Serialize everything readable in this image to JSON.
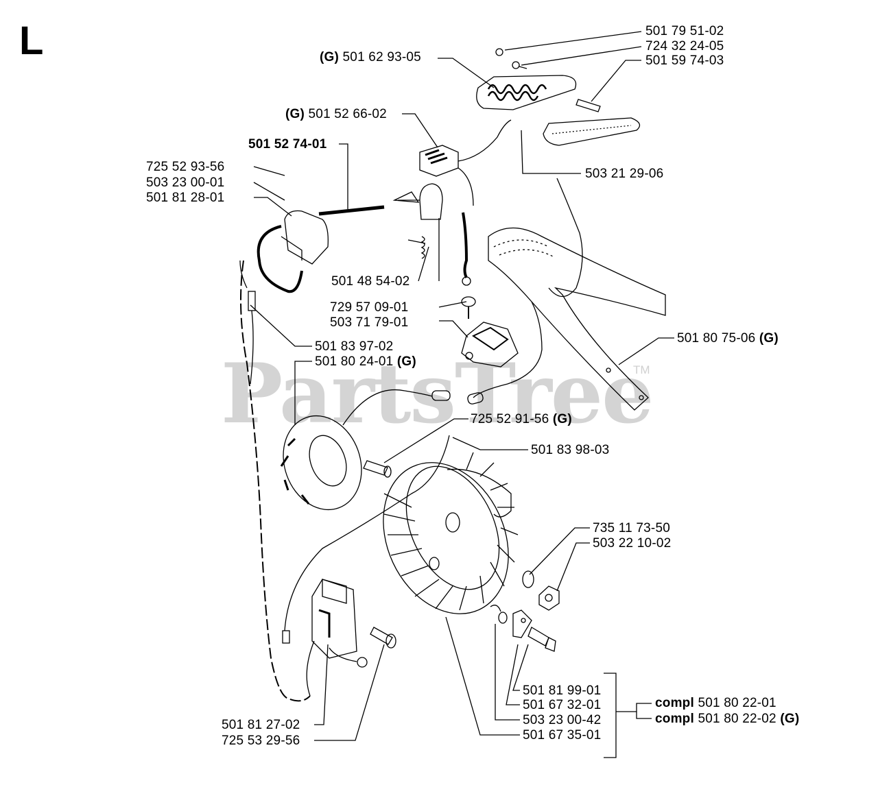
{
  "section_letter": "L",
  "watermark": {
    "text": "PartsTree",
    "trademark": "TM"
  },
  "callouts": [
    {
      "id": "c1",
      "prefix": "",
      "number": "501 79 51-02",
      "suffix": ""
    },
    {
      "id": "c2",
      "prefix": "",
      "number": "724 32 24-05",
      "suffix": ""
    },
    {
      "id": "c3",
      "prefix": "",
      "number": "501 59 74-03",
      "suffix": ""
    },
    {
      "id": "c4",
      "prefix": "(G)",
      "number": "501 62 93-05",
      "suffix": ""
    },
    {
      "id": "c5",
      "prefix": "(G)",
      "number": "501 52 66-02",
      "suffix": ""
    },
    {
      "id": "c6",
      "prefix": "",
      "number": "501 52 74-01",
      "suffix": "",
      "bold": true
    },
    {
      "id": "c7",
      "prefix": "",
      "number": "725 52 93-56",
      "suffix": ""
    },
    {
      "id": "c8",
      "prefix": "",
      "number": "503 23 00-01",
      "suffix": ""
    },
    {
      "id": "c9",
      "prefix": "",
      "number": "501 81 28-01",
      "suffix": ""
    },
    {
      "id": "c10",
      "prefix": "",
      "number": "503 21 29-06",
      "suffix": ""
    },
    {
      "id": "c11",
      "prefix": "",
      "number": "501 48 54-02",
      "suffix": ""
    },
    {
      "id": "c12",
      "prefix": "",
      "number": "729 57 09-01",
      "suffix": ""
    },
    {
      "id": "c13",
      "prefix": "",
      "number": "503 71 79-01",
      "suffix": ""
    },
    {
      "id": "c14",
      "prefix": "",
      "number": "501 83 97-02",
      "suffix": ""
    },
    {
      "id": "c15",
      "prefix": "",
      "number": "501 80 75-06",
      "suffix": "(G)"
    },
    {
      "id": "c16",
      "prefix": "",
      "number": "501 80 24-01",
      "suffix": "(G)"
    },
    {
      "id": "c17",
      "prefix": "",
      "number": "725 52 91-56",
      "suffix": "(G)"
    },
    {
      "id": "c18",
      "prefix": "",
      "number": "501 83 98-03",
      "suffix": ""
    },
    {
      "id": "c19",
      "prefix": "",
      "number": "735 11 73-50",
      "suffix": ""
    },
    {
      "id": "c20",
      "prefix": "",
      "number": "503 22 10-02",
      "suffix": ""
    },
    {
      "id": "c21",
      "prefix": "",
      "number": "501 81 99-01",
      "suffix": ""
    },
    {
      "id": "c22",
      "prefix": "",
      "number": "501 67 32-01",
      "suffix": ""
    },
    {
      "id": "c23",
      "prefix": "",
      "number": "503 23 00-42",
      "suffix": ""
    },
    {
      "id": "c24",
      "prefix": "",
      "number": "501 67 35-01",
      "suffix": ""
    },
    {
      "id": "c25",
      "prefix": "",
      "number": "501 81 27-02",
      "suffix": ""
    },
    {
      "id": "c26",
      "prefix": "",
      "number": "725 53 29-56",
      "suffix": ""
    }
  ],
  "kits": [
    {
      "id": "k1",
      "prefix": "compl",
      "number": "501 80 22-01",
      "suffix": ""
    },
    {
      "id": "k2",
      "prefix": "compl",
      "number": "501 80 22-02",
      "suffix": "(G)"
    }
  ],
  "colors": {
    "line": "#000000",
    "watermark": "#d4d4d4",
    "background": "#ffffff"
  }
}
